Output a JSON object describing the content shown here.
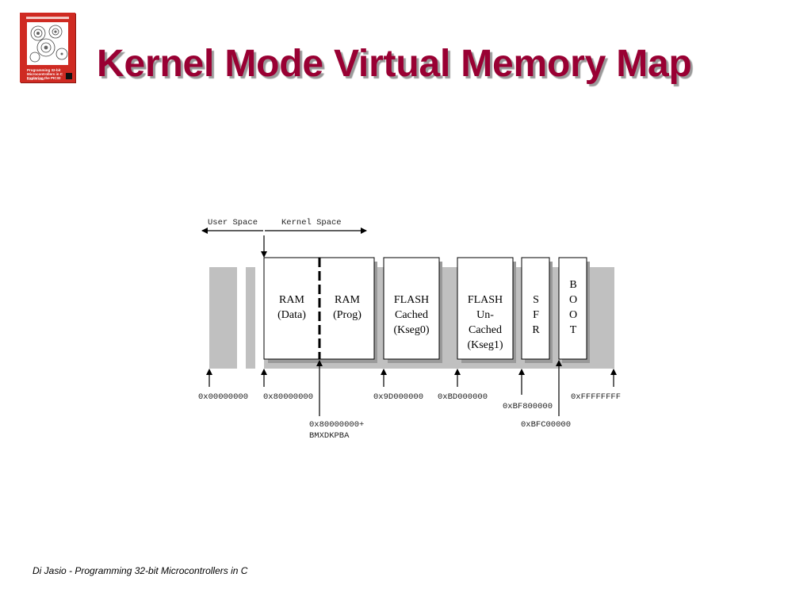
{
  "slide": {
    "title": "Kernel Mode Virtual Memory Map",
    "footer": "Di Jasio - Programming 32-bit Microcontrollers in C"
  },
  "cover": {
    "title": "Programming 32-bit\nMicrocontrollers in C\nExploring the PIC32",
    "author": "Lucio Di Jasio"
  },
  "diagram": {
    "top_labels": {
      "user_space": "User Space",
      "kernel_space": "Kernel Space"
    },
    "blocks": {
      "ram_data": [
        "RAM",
        "(Data)"
      ],
      "ram_prog": [
        "RAM",
        "(Prog)"
      ],
      "flash_cached": [
        "FLASH",
        "Cached",
        "(Kseg0)"
      ],
      "flash_uncached": [
        "FLASH",
        "Un-",
        "Cached",
        "(Kseg1)"
      ],
      "sfr": [
        "S",
        "F",
        "R"
      ],
      "boot": [
        "B",
        "O",
        "O",
        "T"
      ]
    },
    "addresses": {
      "a0": "0x00000000",
      "a1": "0x80000000",
      "a2": "0x9D000000",
      "a3": "0xBD000000",
      "a4": "0xBF800000",
      "a5": "0xFFFFFFFF",
      "a6_line1": "0x80000000+",
      "a6_line2": "BMXDKPBA",
      "a7": "0xBFC00000"
    }
  },
  "colors": {
    "title": "#990033",
    "gray_region": "#c0c0c0",
    "block_fill": "#ffffff",
    "block_shadow": "#9a9a9a"
  }
}
